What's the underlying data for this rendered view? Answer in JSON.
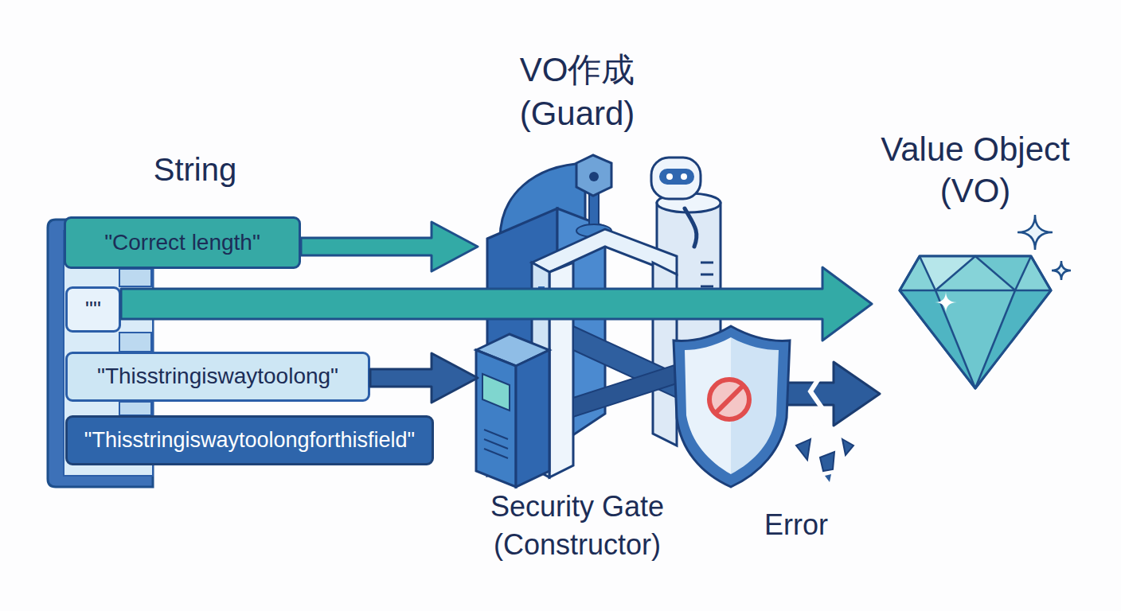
{
  "diagram": {
    "nodes": [
      {
        "text": [
          "String"
        ]
      },
      {
        "text": [
          "\"Correct length\""
        ],
        "in": 0
      },
      {
        "text": [
          "\"\""
        ],
        "in": 0
      },
      {
        "text": [
          "\"Thisstringiswaytoolong\""
        ],
        "in": 0
      },
      {
        "text": [
          "\"Thisstringiswaytoolongforthisfield\""
        ],
        "in": 0
      },
      {
        "text": [
          "VO作成 (Guard)",
          "Security Gate (Constructor)"
        ]
      },
      {
        "text": [
          "Error"
        ]
      },
      {
        "text": [
          "Value Object (VO)"
        ]
      }
    ],
    "edges": [
      {
        "from": 1,
        "to": 5,
        "arrow": "to"
      },
      {
        "from": 2,
        "to": 7,
        "arrow": "to"
      },
      {
        "from": 3,
        "to": 5,
        "arrow": "to"
      },
      {
        "from": 5,
        "to": 6,
        "arrow": "to"
      }
    ]
  }
}
